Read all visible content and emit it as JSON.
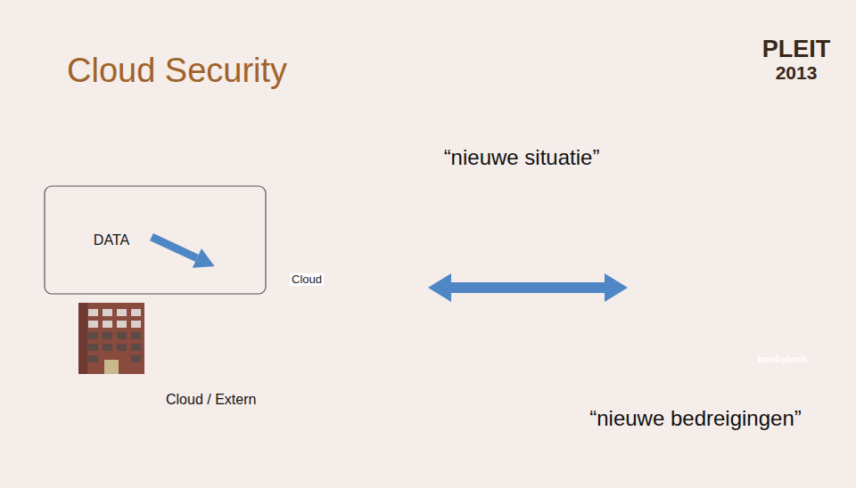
{
  "diagram": {
    "title": "Cloud Security",
    "nodes": [
      {
        "text": [
          "PLEIT",
          "2013"
        ]
      },
      {
        "text": [
          "DATA"
        ]
      },
      {
        "text": [
          "Cloud"
        ]
      },
      {
        "text": [
          "boobytech"
        ]
      }
    ],
    "edges": [
      {
        "from": 1,
        "to": 2,
        "arrow": "to"
      },
      {
        "from": 2,
        "to": 3,
        "arrow": "both"
      }
    ],
    "labels": [
      "“nieuwe situatie”",
      "Cloud / Extern",
      "“nieuwe bedreigingen”"
    ]
  }
}
